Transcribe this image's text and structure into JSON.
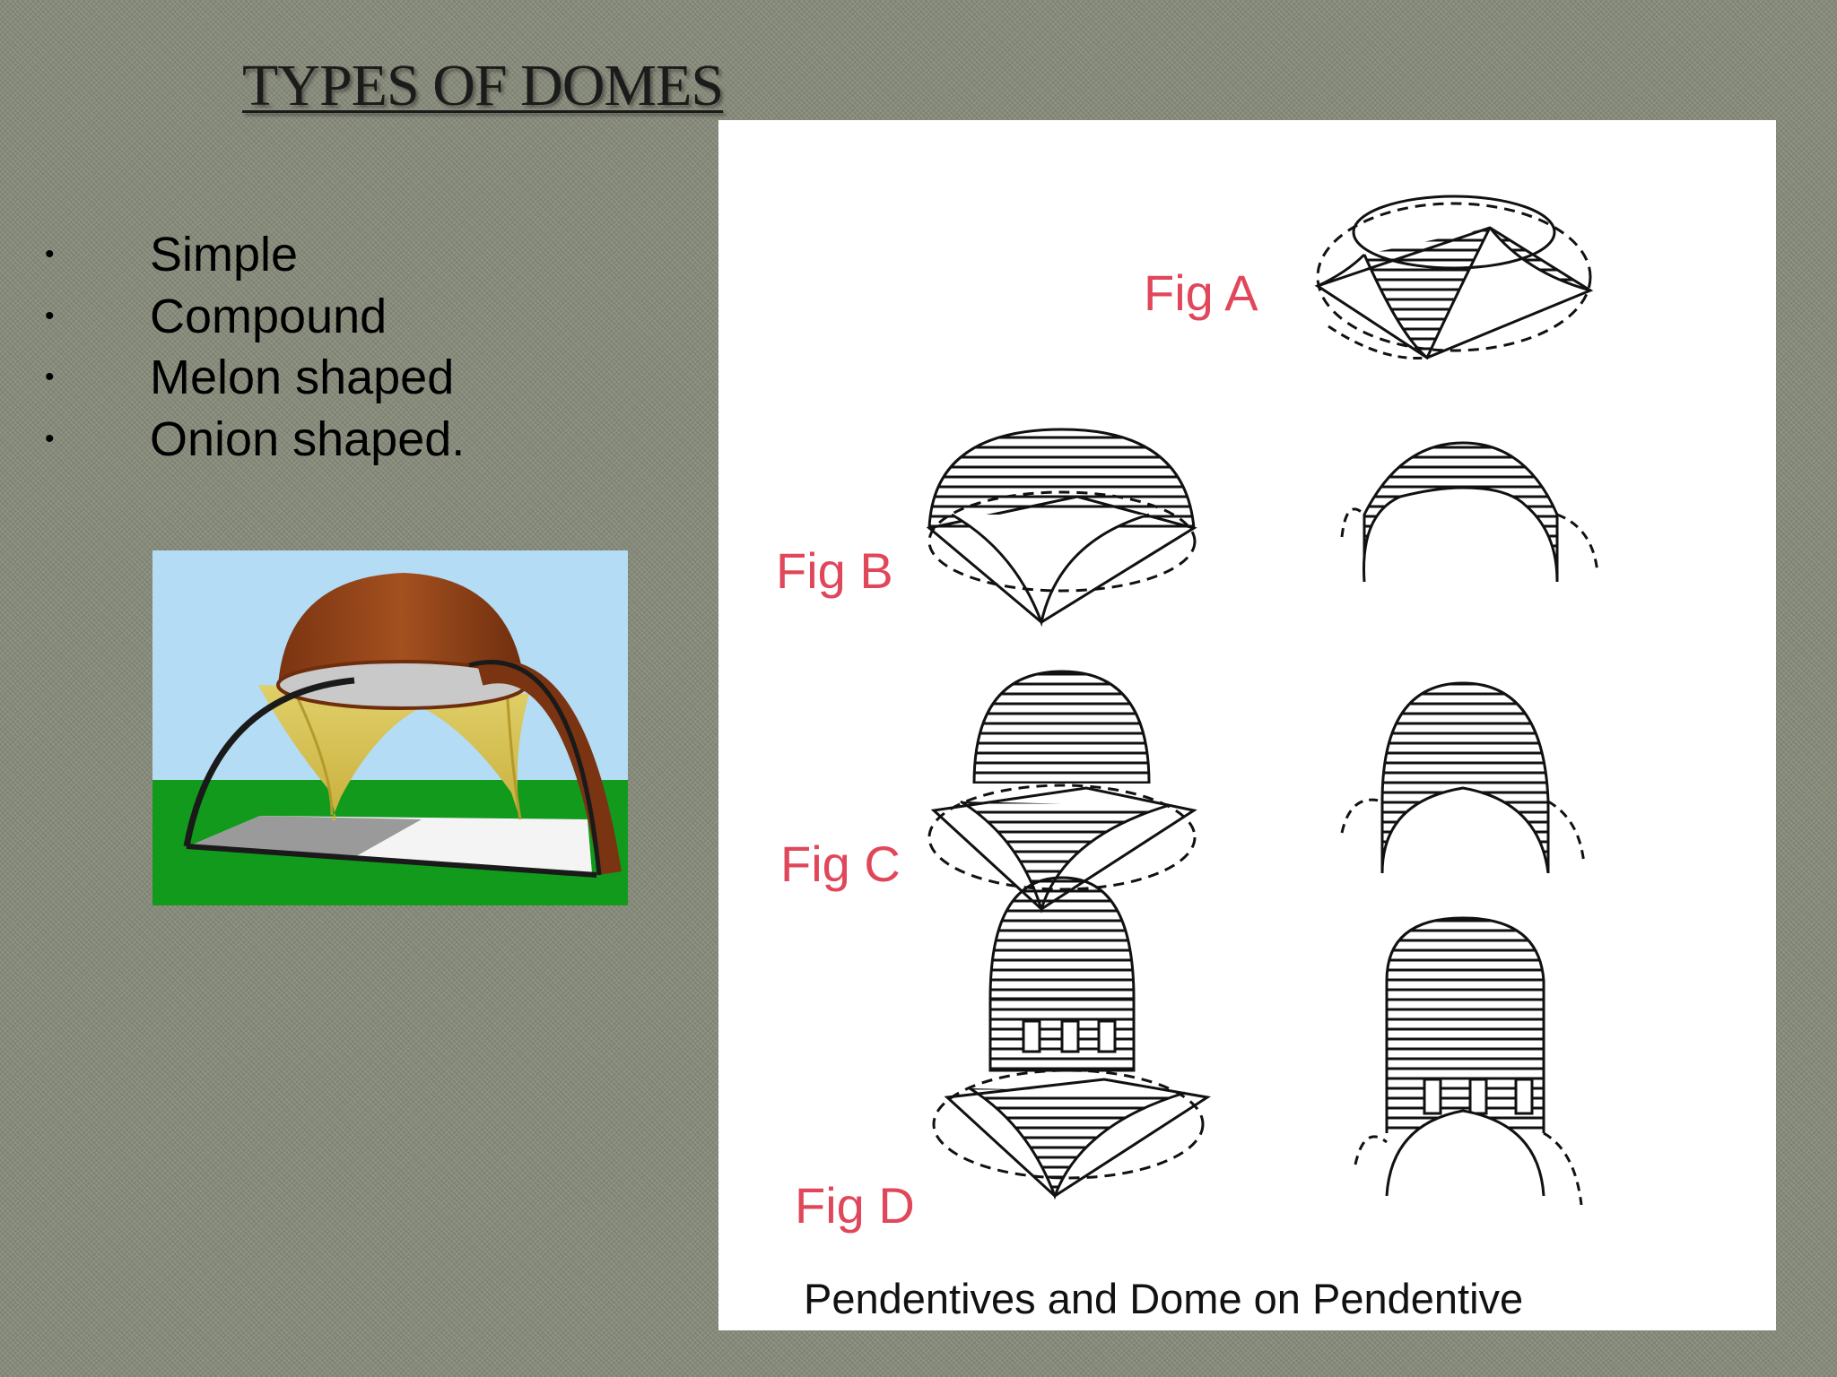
{
  "slide": {
    "title": "TYPES OF DOMES",
    "bullets": [
      {
        "marker": "•",
        "text": "Simple"
      },
      {
        "marker": "•",
        "text": "Compound"
      },
      {
        "marker": "•",
        "text": "Melon shaped"
      },
      {
        "marker": "•",
        "text": "Onion shaped."
      }
    ]
  },
  "figure": {
    "labels": {
      "a": "Fig A",
      "b": "Fig B",
      "c": "Fig C",
      "d": "Fig D"
    },
    "caption": "Pendentives and Dome on Pendentive"
  },
  "colors": {
    "background": "#868a79",
    "fig_label": "#e0475a",
    "dome_brown": "#8b3f16",
    "sky": "#b4dcf4",
    "grass": "#129a1c"
  }
}
